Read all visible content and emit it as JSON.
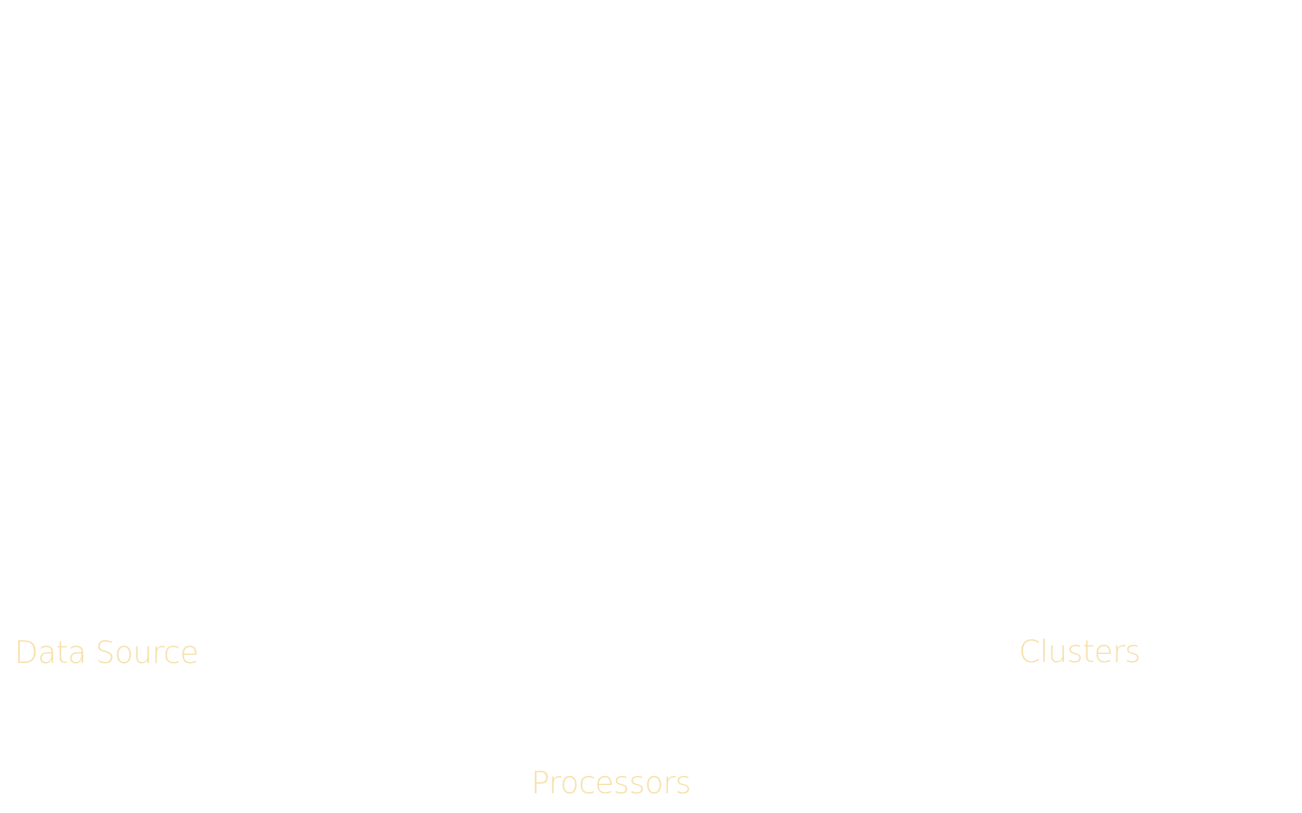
{
  "colors": {
    "background": "#ffffff",
    "label_text": "#f6dfa7"
  },
  "labels": {
    "data_source": "Data Source",
    "clusters": "Clusters",
    "processors": "Processors"
  }
}
